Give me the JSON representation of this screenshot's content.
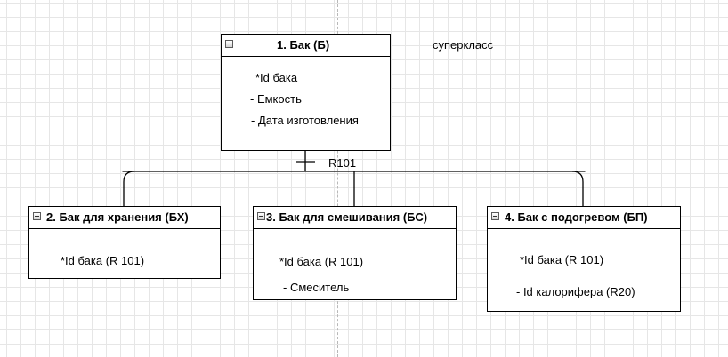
{
  "diagram": {
    "superclass_label": "суперкласс",
    "relationship_label": "R101",
    "entities": [
      {
        "id": "tank",
        "title": "1. Бак (Б)",
        "attributes": [
          "*Id бака",
          "- Емкость",
          "- Дата изготовления"
        ]
      },
      {
        "id": "storage-tank",
        "title": "2. Бак для хранения (БХ)",
        "attributes": [
          "*Id бака (R 101)"
        ]
      },
      {
        "id": "mixing-tank",
        "title": "3. Бак для смешивания (БС)",
        "attributes": [
          "*Id бака (R 101)",
          "- Смеситель"
        ]
      },
      {
        "id": "heated-tank",
        "title": "4. Бак с подогревом (БП)",
        "attributes": [
          "*Id бака (R 101)",
          "- Id калорифера (R20)"
        ]
      }
    ],
    "icons": {
      "entity_header": "collapse-minus-icon"
    }
  }
}
